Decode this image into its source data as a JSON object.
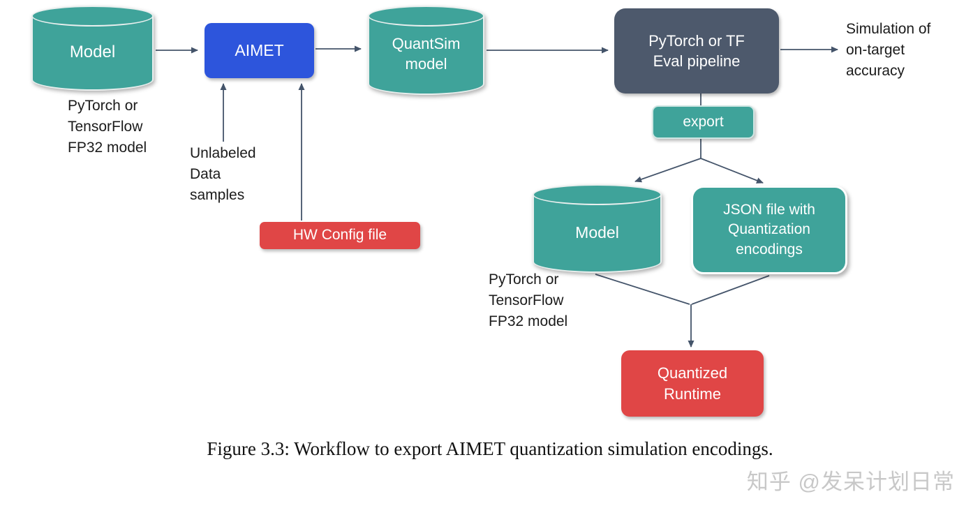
{
  "colors": {
    "teal": "#3fa39a",
    "blue": "#2d55dc",
    "slate": "#4d596c",
    "red": "#e04646",
    "arrow": "#44546a",
    "text": "#1b1b1b",
    "watermark": "#c8c8c8"
  },
  "nodes": {
    "model_fp32": {
      "label": "Model",
      "caption": "PyTorch or\nTensorFlow\nFP32 model"
    },
    "aimet": {
      "label": "AIMET"
    },
    "quantsim_model": {
      "label": "QuantSim\nmodel"
    },
    "eval_pipeline": {
      "label": "PyTorch or TF\nEval pipeline"
    },
    "simulation_accuracy": {
      "label": "Simulation of\non-target\naccuracy"
    },
    "unlabeled_data": {
      "label": "Unlabeled\nData\nsamples"
    },
    "hw_config": {
      "label": "HW Config file"
    },
    "export": {
      "label": "export"
    },
    "exported_model": {
      "label": "Model",
      "caption": "PyTorch or\nTensorFlow\nFP32 model"
    },
    "json_encodings": {
      "label": "JSON file with\nQuantization\nencodings"
    },
    "quantized_runtime": {
      "label": "Quantized\nRuntime"
    }
  },
  "figure_caption": "Figure 3.3: Workflow to export AIMET quantization simulation encodings.",
  "watermark": "知乎 @发呆计划日常"
}
